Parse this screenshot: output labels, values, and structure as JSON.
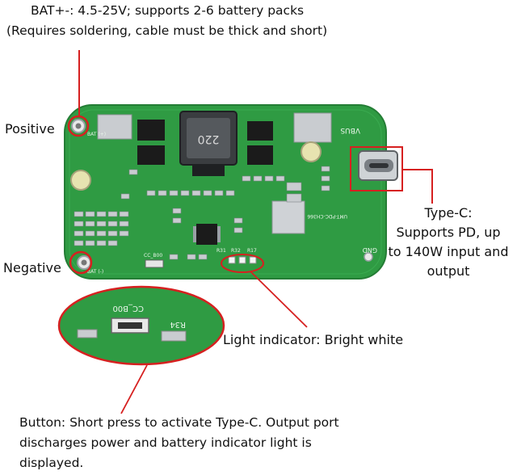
{
  "callouts": {
    "battery_line1": "BAT+-: 4.5-25V; supports 2-6 battery packs",
    "battery_line2": "(Requires soldering, cable must be thick and short)",
    "positive": "Positive",
    "negative": "Negative",
    "typec_line1": "Type-C:",
    "typec_line2": "Supports PD, up",
    "typec_line3": "to 140W input and",
    "typec_line4": "output",
    "light": "Light indicator: Bright white",
    "button_line1": "Button: Short press to activate Type-C. Output port",
    "button_line2": "discharges power and battery indicator light is",
    "button_line3": "displayed."
  },
  "silkscreen": {
    "inductor": "220",
    "port_label": "VBUS",
    "model": "UMT-PDC-CH366",
    "gnd": "GND",
    "batt_minus": "BAT (-)",
    "batt_plus": "BAT (+)",
    "cc_label": "CC_B00",
    "r34": "R34",
    "r31": "R31",
    "r32": "R32",
    "r17": "R17"
  },
  "colors": {
    "pcb": "#2f9b43",
    "pcb_dark": "#227a33",
    "callout_red": "#d62020",
    "chip": "#1b1b1b",
    "pad": "#c9ccd0"
  }
}
